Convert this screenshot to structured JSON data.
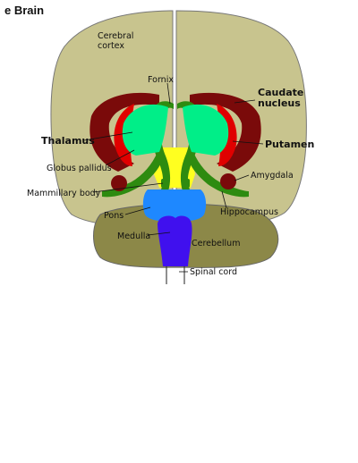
{
  "title": "e Brain",
  "colors": {
    "cortex": "#c8c48e",
    "cerebellum": "#8c8848",
    "caudate": "#7a0a0a",
    "putamen": "#e00000",
    "globus_pallidus": "#00ee88",
    "fornix_hippocampus": "#2e8b10",
    "diencephalon": "#ffff20",
    "pons": "#1e88ff",
    "medulla": "#4010ee"
  },
  "labels": {
    "cerebral_cortex_1": "Cerebral",
    "cerebral_cortex_2": "cortex",
    "fornix": "Fornix",
    "caudate_1": "Caudate",
    "caudate_2": "nucleus",
    "thalamus": "Thalamus",
    "putamen": "Putamen",
    "globus_pallidus": "Globus pallidus",
    "amygdala": "Amygdala",
    "mammillary_body": "Mammillary body",
    "hippocampus": "Hippocampus",
    "pons": "Pons",
    "cerebellum": "Cerebellum",
    "medulla": "Medulla",
    "spinal_cord": "Spinal cord"
  }
}
